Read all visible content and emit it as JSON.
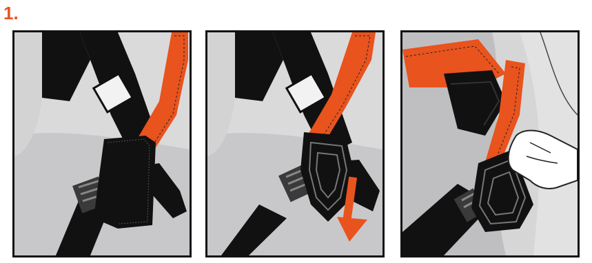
{
  "step": {
    "number": "1."
  },
  "colors": {
    "accent": "#e8531e",
    "strap": "#111111",
    "background_light": "#d9d9da",
    "background_mid": "#c6c6c8",
    "label_white": "#f2f2f2"
  },
  "panels": [
    {
      "id": "panel-1",
      "icons": [
        "harness-strap-icon",
        "buckle-icon",
        "shoulder-pad-icon"
      ]
    },
    {
      "id": "panel-2",
      "icons": [
        "harness-strap-icon",
        "buckle-icon",
        "shoulder-pad-icon",
        "down-arrow-icon"
      ]
    },
    {
      "id": "panel-3",
      "icons": [
        "harness-strap-icon",
        "buckle-icon",
        "shoulder-pad-icon",
        "hand-icon"
      ]
    }
  ]
}
